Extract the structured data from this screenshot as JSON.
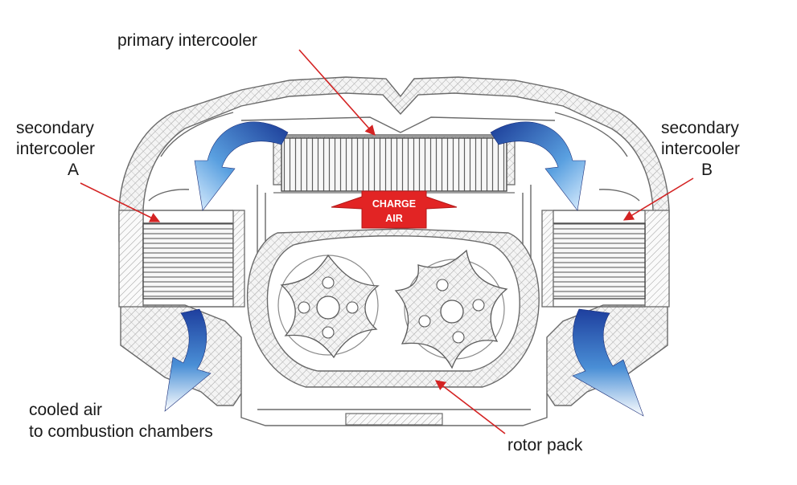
{
  "labels": {
    "primary_intercooler": "primary intercooler",
    "secondary_a": [
      "secondary",
      "intercooler",
      "A"
    ],
    "secondary_b": [
      "secondary",
      "intercooler",
      "B"
    ],
    "cooled_air": [
      "cooled air",
      "to combustion chambers"
    ],
    "rotor_pack": "rotor pack",
    "charge_air": [
      "CHARGE",
      "AIR"
    ]
  },
  "colors": {
    "pointer": "#d42323",
    "charge_arrow": "#e22424",
    "airflow_dark": "#1e3f9e",
    "airflow_light": "#ffffff",
    "line": "#6a6a6a"
  }
}
